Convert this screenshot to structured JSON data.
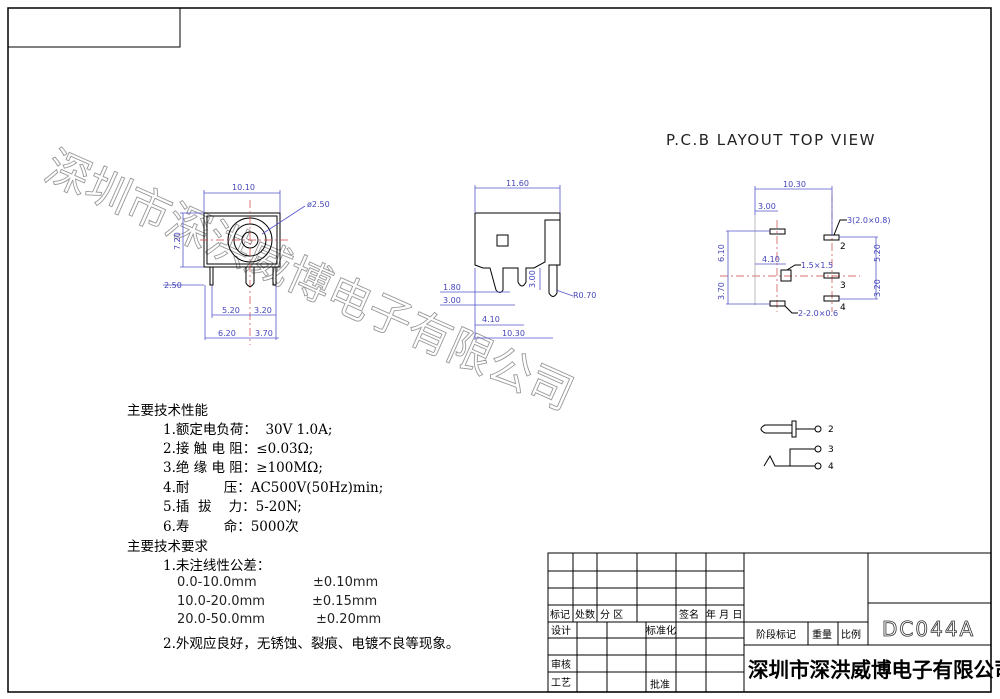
{
  "header": {
    "pcb_title": "P.C.B  LAYOUT   TOP   VIEW"
  },
  "watermark": "深圳市深洪威博电子有限公司",
  "front_view": {
    "width": "10.10",
    "height": "7.20",
    "hole": "ø2.50",
    "pin_len": "2.50",
    "pitch_a": "5.20",
    "pitch_b": "3.20",
    "outer_a": "6.20",
    "outer_b": "3.70"
  },
  "side_view": {
    "length": "11.60",
    "d1": "1.80",
    "d2": "3.00",
    "d3": "3.00",
    "d4": "4.10",
    "d5": "10.30",
    "radius": "R0.70"
  },
  "pcb": {
    "width": "10.30",
    "off_x": "3.00",
    "h1": "6.10",
    "h2": "3.70",
    "center_x": "4.10",
    "r1": "5.20",
    "r2": "3.20",
    "pad_a": "3(2.0×0.8)",
    "pad_b": "1.5×1.5",
    "pad_c": "2-2.0×0.6",
    "pins": [
      "2",
      "3",
      "4"
    ]
  },
  "schematic": {
    "pins": [
      "2",
      "3",
      "4"
    ]
  },
  "specs": {
    "heading1": "主要技术性能",
    "items": [
      "1.额定电负荷：  30V 1.0A;",
      "2.接 触 电 阻：≤0.03Ω;",
      "3.绝 缘 电 阻：≥100MΩ;",
      "4.耐        压：AC500V(50Hz)min;",
      "5.插  拔    力：5-20N;",
      "6.寿        命：5000次"
    ],
    "heading2": "主要技术要求",
    "req1": "1.未注线性公差：",
    "tolerances": [
      {
        "range": "0.0-10.0mm",
        "tol": "±0.10mm"
      },
      {
        "range": "10.0-20.0mm",
        "tol": "±0.15mm"
      },
      {
        "range": "20.0-50.0mm",
        "tol": "±0.20mm"
      }
    ],
    "req2": "2.外观应良好，无锈蚀、裂痕、电镀不良等现象。"
  },
  "title_block": {
    "mark": "标记",
    "count": "处数",
    "zone": "分  区",
    "sign": "签名",
    "date": "年 月 日",
    "design": "设计",
    "standard": "标准化",
    "review": "审核",
    "process": "工艺",
    "approve": "批准",
    "stage": "阶段标记",
    "weight": "重量",
    "scale": "比例",
    "part_no": "DC044A",
    "company": "深圳市深洪威博电子有限公司"
  }
}
